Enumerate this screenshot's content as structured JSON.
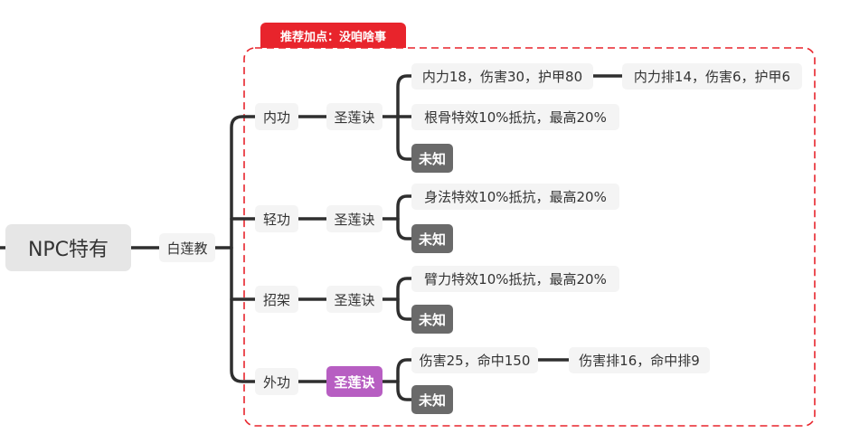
{
  "root": {
    "label": "NPC特有"
  },
  "sect": {
    "label": "白莲教"
  },
  "callout": {
    "label": "推荐加点：没咱啥事"
  },
  "branches": [
    {
      "label": "内功",
      "skill": "圣莲诀",
      "attrs": [
        "内力18，伤害30，护甲80",
        "根骨特效10%抵抗，最高20%",
        "未知"
      ],
      "rank": "内力排14，伤害6，护甲6"
    },
    {
      "label": "轻功",
      "skill": "圣莲诀",
      "attrs": [
        "身法特效10%抵抗，最高20%",
        "未知"
      ]
    },
    {
      "label": "招架",
      "skill": "圣莲诀",
      "attrs": [
        "臂力特效10%抵抗，最高20%",
        "未知"
      ]
    },
    {
      "label": "外功",
      "skill": "圣莲诀",
      "attrs": [
        "伤害25，命中150",
        "未知"
      ],
      "rank": "伤害排16，命中排9"
    }
  ],
  "colors": {
    "connector": "#2f2f2f",
    "callout_red": "#e8242c",
    "unknown_node": "#6a6a6a",
    "highlight_skill": "#b75ec2",
    "node_bg": "#f4f4f4"
  }
}
